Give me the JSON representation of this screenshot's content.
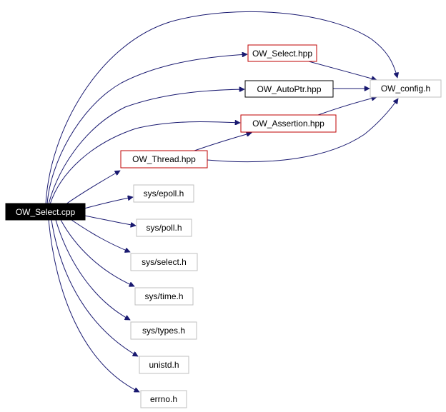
{
  "nodes": {
    "ow_select_cpp": {
      "label": "OW_Select.cpp",
      "style": "selected",
      "bg": "#000000",
      "fg": "#ffffff",
      "border": "#000000"
    },
    "ow_select_hpp": {
      "label": "OW_Select.hpp",
      "style": "documented-red",
      "bg": "#ffffff",
      "fg": "#000000",
      "border": "#bf0000"
    },
    "ow_autoptr_hpp": {
      "label": "OW_AutoPtr.hpp",
      "style": "documented",
      "bg": "#ffffff",
      "fg": "#000000",
      "border": "#000000"
    },
    "ow_config_h": {
      "label": "OW_config.h",
      "style": "external",
      "bg": "#ffffff",
      "fg": "#000000",
      "border": "#bfbfbf"
    },
    "ow_assertion_hpp": {
      "label": "OW_Assertion.hpp",
      "style": "documented-red",
      "bg": "#ffffff",
      "fg": "#000000",
      "border": "#bf0000"
    },
    "ow_thread_hpp": {
      "label": "OW_Thread.hpp",
      "style": "documented-red",
      "bg": "#ffffff",
      "fg": "#000000",
      "border": "#bf0000"
    },
    "sys_epoll_h": {
      "label": "sys/epoll.h",
      "style": "external",
      "bg": "#ffffff",
      "fg": "#000000",
      "border": "#bfbfbf"
    },
    "sys_poll_h": {
      "label": "sys/poll.h",
      "style": "external",
      "bg": "#ffffff",
      "fg": "#000000",
      "border": "#bfbfbf"
    },
    "sys_select_h": {
      "label": "sys/select.h",
      "style": "external",
      "bg": "#ffffff",
      "fg": "#000000",
      "border": "#bfbfbf"
    },
    "sys_time_h": {
      "label": "sys/time.h",
      "style": "external",
      "bg": "#ffffff",
      "fg": "#000000",
      "border": "#bfbfbf"
    },
    "sys_types_h": {
      "label": "sys/types.h",
      "style": "external",
      "bg": "#ffffff",
      "fg": "#000000",
      "border": "#bfbfbf"
    },
    "unistd_h": {
      "label": "unistd.h",
      "style": "external",
      "bg": "#ffffff",
      "fg": "#000000",
      "border": "#bfbfbf"
    },
    "errno_h": {
      "label": "errno.h",
      "style": "external",
      "bg": "#ffffff",
      "fg": "#000000",
      "border": "#bfbfbf"
    }
  },
  "edges": [
    {
      "from": "ow_select_cpp",
      "to": "ow_select_hpp"
    },
    {
      "from": "ow_select_cpp",
      "to": "ow_autoptr_hpp"
    },
    {
      "from": "ow_select_cpp",
      "to": "ow_config_h"
    },
    {
      "from": "ow_select_cpp",
      "to": "ow_assertion_hpp"
    },
    {
      "from": "ow_select_cpp",
      "to": "ow_thread_hpp"
    },
    {
      "from": "ow_select_cpp",
      "to": "sys_epoll_h"
    },
    {
      "from": "ow_select_cpp",
      "to": "sys_poll_h"
    },
    {
      "from": "ow_select_cpp",
      "to": "sys_select_h"
    },
    {
      "from": "ow_select_cpp",
      "to": "sys_time_h"
    },
    {
      "from": "ow_select_cpp",
      "to": "sys_types_h"
    },
    {
      "from": "ow_select_cpp",
      "to": "unistd_h"
    },
    {
      "from": "ow_select_cpp",
      "to": "errno_h"
    },
    {
      "from": "ow_select_hpp",
      "to": "ow_config_h"
    },
    {
      "from": "ow_autoptr_hpp",
      "to": "ow_config_h"
    },
    {
      "from": "ow_assertion_hpp",
      "to": "ow_config_h"
    },
    {
      "from": "ow_thread_hpp",
      "to": "ow_assertion_hpp"
    },
    {
      "from": "ow_thread_hpp",
      "to": "ow_config_h"
    }
  ],
  "colors": {
    "edge": "#191970"
  }
}
